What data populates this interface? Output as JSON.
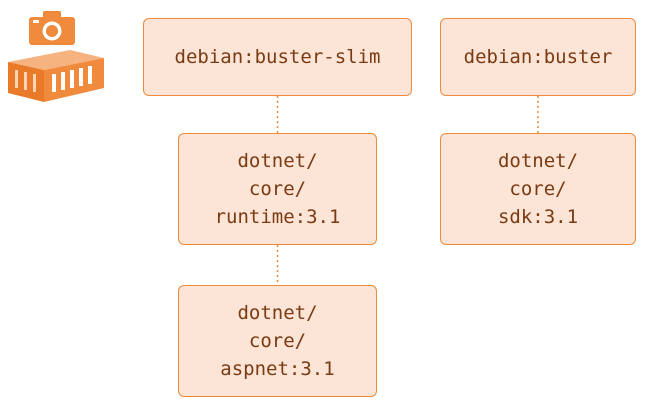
{
  "logo": {
    "icon": "docker-container-camera-icon",
    "color": "#f08a3c"
  },
  "colors": {
    "node_fill": "#fce4d6",
    "node_border": "#f08a3c",
    "text": "#7a3a12",
    "connector": "#f08a3c"
  },
  "nodes": {
    "buster_slim": {
      "lines": [
        "debian:buster-slim"
      ]
    },
    "buster": {
      "lines": [
        "debian:buster"
      ]
    },
    "runtime": {
      "lines": [
        "dotnet/",
        "core/",
        "runtime:3.1"
      ]
    },
    "sdk": {
      "lines": [
        "dotnet/",
        "core/",
        "sdk:3.1"
      ]
    },
    "aspnet": {
      "lines": [
        "dotnet/",
        "core/",
        "aspnet:3.1"
      ]
    }
  },
  "edges": [
    {
      "from": "buster_slim",
      "to": "runtime",
      "style": "dotted"
    },
    {
      "from": "buster",
      "to": "sdk",
      "style": "dotted"
    },
    {
      "from": "runtime",
      "to": "aspnet",
      "style": "dotted"
    }
  ]
}
